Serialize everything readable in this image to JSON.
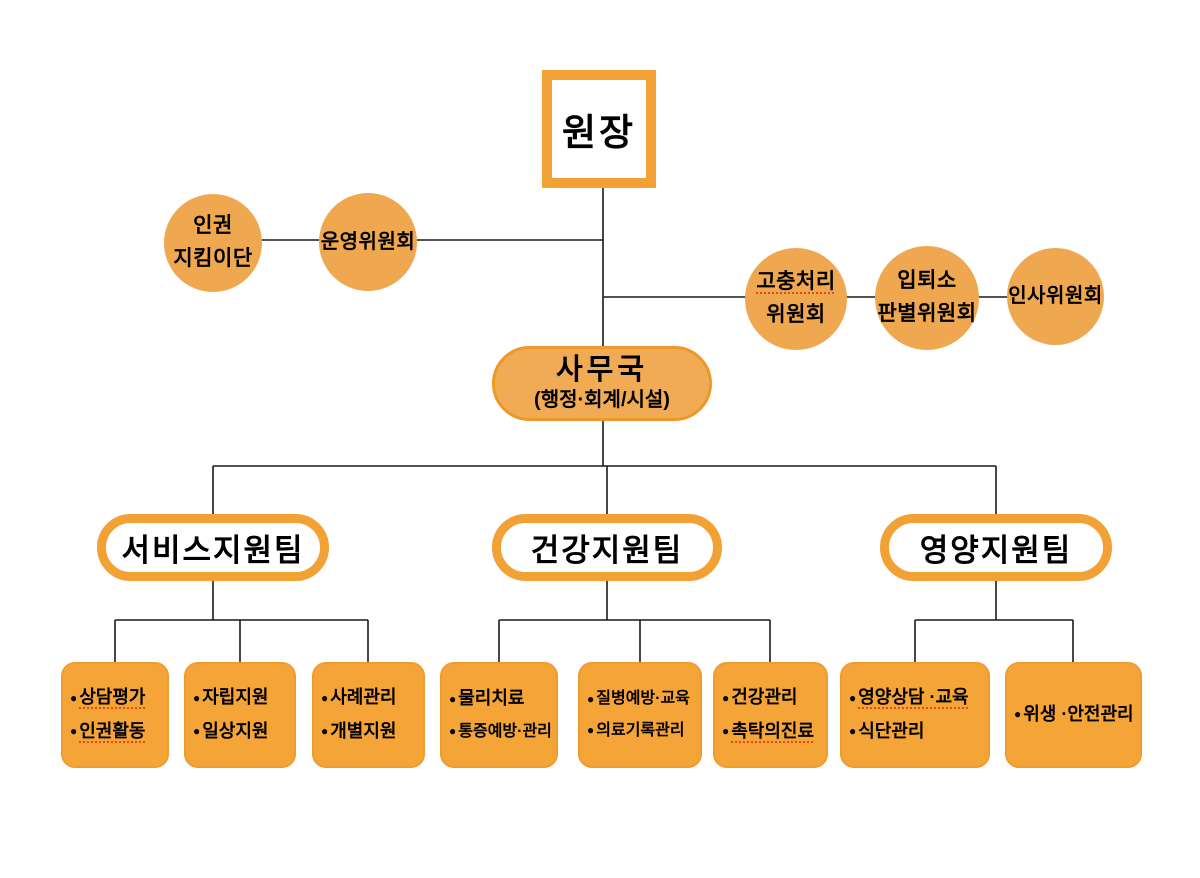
{
  "glyphs": {
    "bullet": "●"
  },
  "colors": {
    "circle_fill": "#F0A850",
    "ring": "#F2A135",
    "office_fill": "#F1AB55",
    "office_border": "#ED9827",
    "box_fill": "#F5A538",
    "box_border": "#EE9C2E",
    "line": "#1a1a1a",
    "misspell": "#E8470F"
  },
  "org": {
    "director": "원장",
    "advisory_left": [
      {
        "lines": [
          "인권",
          "지킴이단"
        ]
      },
      {
        "lines": [
          "운영위원회"
        ]
      }
    ],
    "advisory_right": [
      {
        "lines": [
          "고충처리",
          "위원회"
        ]
      },
      {
        "lines": [
          "입퇴소",
          "판별위원회"
        ]
      },
      {
        "lines": [
          "인사위원회"
        ]
      }
    ],
    "office": {
      "name": "사무국",
      "subtitle": "(행정·회계/시설)"
    },
    "teams": [
      {
        "name": "서비스지원팀"
      },
      {
        "name": "건강지원팀"
      },
      {
        "name": "영양지원팀"
      }
    ],
    "duty_boxes": [
      {
        "items": [
          "상담평가",
          "인권활동"
        ]
      },
      {
        "items": [
          "자립지원",
          "일상지원"
        ]
      },
      {
        "items": [
          "사례관리",
          "개별지원"
        ]
      },
      {
        "items": [
          "물리치료",
          "통증예방·관리"
        ]
      },
      {
        "items": [
          "질병예방·교육",
          "의료기록관리"
        ]
      },
      {
        "items": [
          "건강관리",
          "촉탁의진료"
        ]
      },
      {
        "items": [
          "영양상담 ·교육",
          "식단관리"
        ]
      },
      {
        "items": [
          "위생 ·안전관리"
        ]
      }
    ]
  }
}
